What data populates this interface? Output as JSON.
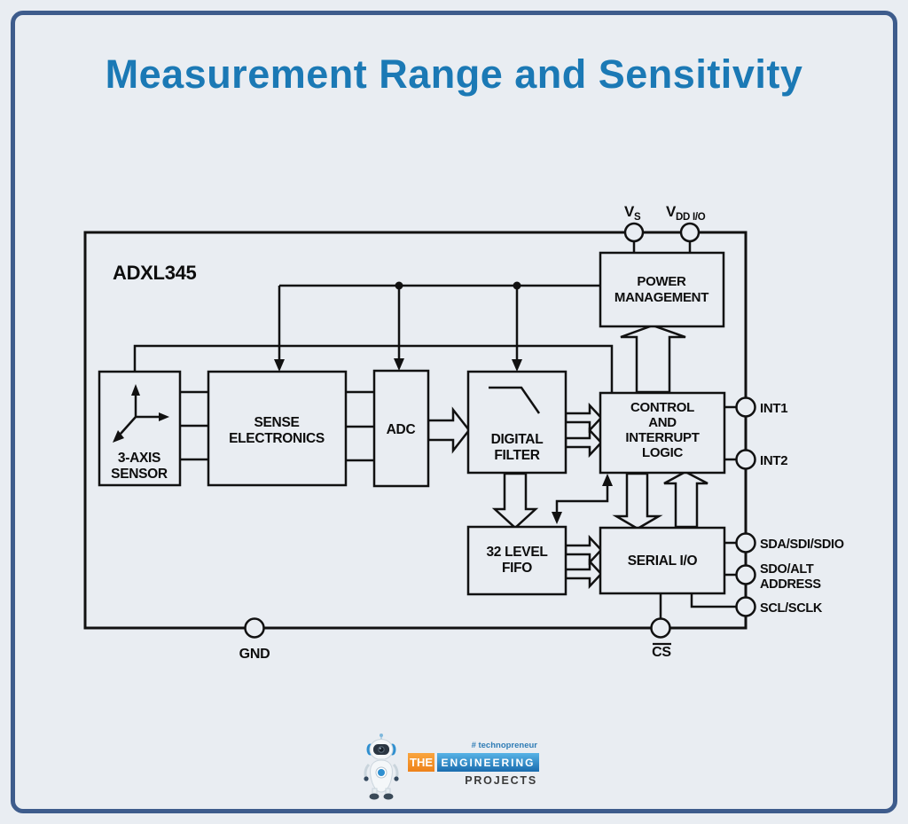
{
  "title": "Measurement Range and Sensitivity",
  "colors": {
    "title_blue": "#1b79b5",
    "frame_navy": "#3e5c8c",
    "diagram_line": "#111111",
    "logo_orange": "#ee821a",
    "logo_blue": "#2a7fc0",
    "tagline_blue": "#2f7cb5"
  },
  "diagram": {
    "chip": "ADXL345",
    "blocks": {
      "sensor": {
        "l1": "3-AXIS",
        "l2": "SENSOR"
      },
      "sense": {
        "l1": "SENSE",
        "l2": "ELECTRONICS"
      },
      "adc": {
        "l1": "ADC"
      },
      "filter": {
        "l1": "DIGITAL",
        "l2": "FILTER"
      },
      "power": {
        "l1": "POWER",
        "l2": "MANAGEMENT"
      },
      "control": {
        "l1": "CONTROL",
        "l2": "AND",
        "l3": "INTERRUPT",
        "l4": "LOGIC"
      },
      "fifo": {
        "l1": "32 LEVEL",
        "l2": "FIFO"
      },
      "serial": {
        "l1": "SERIAL I/O"
      }
    },
    "pins": {
      "vs": {
        "main": "V",
        "sub": "S"
      },
      "vdd": {
        "main": "V",
        "sub": "DD I/O"
      },
      "int1": "INT1",
      "int2": "INT2",
      "sda": "SDA/SDI/SDIO",
      "sdo1": "SDO/ALT",
      "sdo2": "ADDRESS",
      "scl": "SCL/SCLK",
      "gnd": "GND",
      "cs": "CS"
    }
  },
  "logo": {
    "tagline": "# technopreneur",
    "the": "THE",
    "engineering": "ENGINEERING",
    "projects": "PROJECTS"
  }
}
